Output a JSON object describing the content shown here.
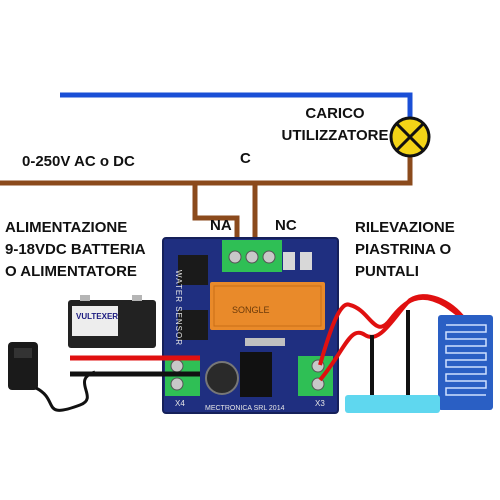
{
  "labels": {
    "carico": [
      "CARICO",
      "UTILIZZATORE"
    ],
    "voltage": "0-250V AC o DC",
    "common": "C",
    "na": "NA",
    "nc": "NC",
    "alimentazione": [
      "ALIMENTAZIONE",
      "9-18VDC BATTERIA",
      "O ALIMENTATORE"
    ],
    "rilevazione": [
      "RILEVAZIONE",
      "PIASTRINA O",
      "PUNTALI"
    ]
  },
  "board": {
    "text_vertical": "WATER SENSOR",
    "relay_text": "SONGLE",
    "bottom_text": "MECTRONICA SRL 2014",
    "connector_left": "X4",
    "connector_right": "X3"
  },
  "battery": {
    "brand": "VULTEXER"
  },
  "colors": {
    "wire_blue": "#1a4fd6",
    "wire_brown": "#8b4a1c",
    "wire_red": "#e01010",
    "wire_black": "#111111",
    "pcb": "#1f2f80",
    "relay": "#e98a2a",
    "terminal": "#2fbf55",
    "lamp": "#f3d417",
    "sensor_plate": "#2a5fc4"
  }
}
